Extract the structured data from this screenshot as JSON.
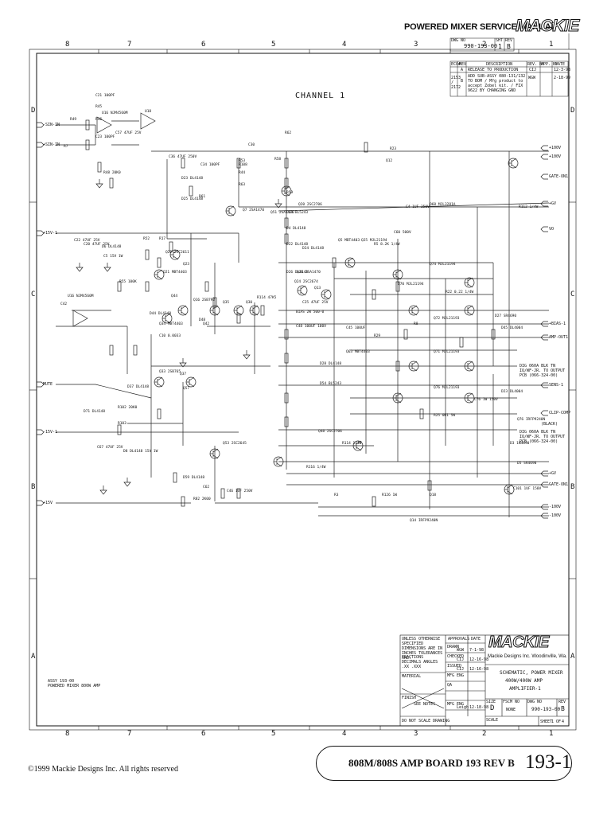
{
  "header": {
    "title": "POWERED MIXER SERVICE MANUAL",
    "brand": "MACKIE"
  },
  "sheet_info": {
    "dwg_no_label": "DWG NO",
    "dwg_no": "990-193-00",
    "sht_label": "SHT",
    "sht": "1",
    "rev_label": "REV",
    "rev": "B"
  },
  "rev_table": {
    "headers": [
      "ECO#",
      "REV",
      "DESCRIPTION",
      "REV. BY",
      "APP. BY",
      "DATE"
    ],
    "rows": [
      [
        "",
        "A",
        "RELEASE TO PRODUCTION",
        "CIJ",
        "",
        "12-3-98"
      ],
      [
        "2153 / 2172",
        "B",
        "ADD SUB-ASSY 080-131/132 TO BOM / Mfg product to accept Zobel kit. / FIX 9622 BY CHANGING GND",
        "WGW",
        "",
        "2-18-99"
      ]
    ]
  },
  "zones": {
    "columns": [
      "8",
      "7",
      "6",
      "5",
      "4",
      "3",
      "2",
      "1"
    ],
    "rows": [
      "D",
      "C",
      "B",
      "A"
    ]
  },
  "channel_title": "CHANNEL 1",
  "left_nets": [
    "-SIN-IN",
    "+SIN-IN",
    "+15V-1",
    "MUTE",
    "-15V-1",
    "+15V"
  ],
  "right_nets": [
    "+100V",
    "+100V",
    "GATE-ON1",
    "+GV",
    "VO",
    "+BIAS-1",
    "AMP-OUT1",
    "SENS-1",
    "CLIP-COMP",
    "+GV",
    "GATE-ON1",
    "-100V",
    "-100V"
  ],
  "right_notes": [
    "DIG 060A BLK TN IQ/WF-JR. TO OUTPUT PCB (066-324-00)",
    "(BLACK)",
    "DIG 060A BLK TN IQ/WF-JR. TO OUTPUT PCB (066-324-00)"
  ],
  "component_labels": [
    {
      "text": "C21 100PF"
    },
    {
      "text": "R45"
    },
    {
      "text": "R46"
    },
    {
      "text": "U16 NJM4560M"
    },
    {
      "text": "C23 100PF"
    },
    {
      "text": "C57 47UF 25V"
    },
    {
      "text": "R48 20K0"
    },
    {
      "text": "U18"
    },
    {
      "text": "R49"
    },
    {
      "text": "R7"
    },
    {
      "text": "C36 47UF 250V"
    },
    {
      "text": "D23 DL4148"
    },
    {
      "text": "D25 DL4148"
    },
    {
      "text": "C34 100PF"
    },
    {
      "text": "R61"
    },
    {
      "text": "Q7 2SA1470"
    },
    {
      "text": "R53"
    },
    {
      "text": "R44"
    },
    {
      "text": "Q51 2SA1470"
    },
    {
      "text": "R114 47K5"
    },
    {
      "text": "C22 47UF 25V"
    },
    {
      "text": "C20 47UF 25V"
    },
    {
      "text": "D6 DL4148"
    },
    {
      "text": "C5 15V 1W"
    },
    {
      "text": "R55 100K"
    },
    {
      "text": "R52"
    },
    {
      "text": "R17"
    },
    {
      "text": "Q22 2SC2611"
    },
    {
      "text": "Q23"
    },
    {
      "text": "Q21 MBT4403"
    },
    {
      "text": "Q44"
    },
    {
      "text": "Q16 2SB792"
    },
    {
      "text": "D48"
    },
    {
      "text": "Q35"
    },
    {
      "text": "Q30"
    },
    {
      "text": "C42"
    },
    {
      "text": "U16 NJM4560M"
    },
    {
      "text": "Q34 MBT4403"
    },
    {
      "text": "C10 0.0033"
    },
    {
      "text": "D44 DL4148"
    },
    {
      "text": "Q42"
    },
    {
      "text": "Q33 2SB765"
    },
    {
      "text": "D71 DL4148"
    },
    {
      "text": "R102 20K0"
    },
    {
      "text": "R103"
    },
    {
      "text": "D37 DL4148"
    },
    {
      "text": "Q37"
    },
    {
      "text": "Q57"
    },
    {
      "text": "C67 47UF 25V"
    },
    {
      "text": "D8 DL4148 15V 1W"
    },
    {
      "text": "Q53 2SC2645"
    },
    {
      "text": "D59 DL4148"
    },
    {
      "text": "R82 2K00"
    },
    {
      "text": "C62"
    },
    {
      "text": "C46 1UF 250V"
    },
    {
      "text": "R108"
    },
    {
      "text": "R63"
    },
    {
      "text": "R62"
    },
    {
      "text": "C30"
    },
    {
      "text": "R58"
    },
    {
      "text": "R59"
    },
    {
      "text": "Q20 2SC2706"
    },
    {
      "text": "D38 BL5243"
    },
    {
      "text": "D4 DL4148"
    },
    {
      "text": "D22 DL4148"
    },
    {
      "text": "D24 DL4148"
    },
    {
      "text": "D26 DL4148"
    },
    {
      "text": "Q26 2SA1470"
    },
    {
      "text": "Q24 2SC2674"
    },
    {
      "text": "C25 47UF 25V"
    },
    {
      "text": "Q5 MBT4403"
    },
    {
      "text": "Q13"
    },
    {
      "text": "BIAS 2W 500-0"
    },
    {
      "text": "C48 100UF 100V"
    },
    {
      "text": "C45 100UF"
    },
    {
      "text": "Q63 MBT4403"
    },
    {
      "text": "D28 DL4148"
    },
    {
      "text": "D54 BL5243"
    },
    {
      "text": "Q48 2SC2706"
    },
    {
      "text": "R116 1/4W"
    },
    {
      "text": "R114 1/4W"
    },
    {
      "text": "R3"
    },
    {
      "text": "C4 1UF 250V"
    },
    {
      "text": "R5 8.2K 1/4W"
    },
    {
      "text": "C60 500V"
    },
    {
      "text": "Q12"
    },
    {
      "text": "Q68 MJL3281A"
    },
    {
      "text": "Q25 MJL21194"
    },
    {
      "text": "Q70 MJL21194"
    },
    {
      "text": "Q74 MJL21194"
    },
    {
      "text": "Q72 MJL21193"
    },
    {
      "text": "Q71 MJL21193"
    },
    {
      "text": "Q76 MJL21193"
    },
    {
      "text": "R25 0R1 5W"
    },
    {
      "text": "R22 0.22 1/4W"
    },
    {
      "text": "R29"
    },
    {
      "text": "D45 DL4004"
    },
    {
      "text": "D23 DL4004"
    },
    {
      "text": "D3 1N4690"
    },
    {
      "text": "D5 SR4690"
    },
    {
      "text": "D27 SR4690"
    },
    {
      "text": "Q76 IRFP9240N"
    },
    {
      "text": "C76 1W 150V"
    },
    {
      "text": "R112 1/4W"
    },
    {
      "text": "C101 1UF 150V"
    },
    {
      "text": "R8"
    },
    {
      "text": "Q18"
    },
    {
      "text": "Q14 IRFP9240N"
    },
    {
      "text": "R126 1W"
    },
    {
      "text": "R23"
    }
  ],
  "left_note": [
    "ASSY 193-00",
    "POWERED MIXER 800W AMP"
  ],
  "title_block": {
    "notes_header": "UNLESS OTHERWISE SPECIFIED DIMENSIONS ARE IN INCHES TOLERANCES ARE:",
    "tolerances": "FRACTIONS  DECIMALS  ANGLES  .XX  .XXX",
    "material_label": "MATERIAL",
    "finish_label": "FINISH",
    "see_notes": "SEE NOTES",
    "do_not_scale": "DO NOT SCALE DRAWING",
    "approvals_header": "APPROVALS",
    "date_header": "DATE",
    "approvals": [
      {
        "role": "DRAWN",
        "name": "WGW",
        "date": "7-1-98"
      },
      {
        "role": "CHECKED",
        "name": "CIJ",
        "date": "12-16-98"
      },
      {
        "role": "ISSUED",
        "name": "CIJ",
        "date": "12-16-98"
      },
      {
        "role": "MFG ENG",
        "name": "",
        "date": ""
      },
      {
        "role": "QA",
        "name": "",
        "date": ""
      },
      {
        "role": "",
        "name": "",
        "date": ""
      },
      {
        "role": "MFG ENG",
        "name": "Leigh",
        "date": "12-18-98"
      }
    ],
    "company": "Mackie Designs Inc.  Woodinville, Wa.",
    "description": [
      "SCHEMATIC, POWER MIXER",
      "400W/400W AMP",
      "AMPLIFIER-1"
    ],
    "size_label": "SIZE",
    "size": "D",
    "fscm_label": "FSCM NO",
    "fscm": "NONE",
    "dwg_no_label": "DWG NO",
    "dwg_no": "990-193-00",
    "rev_label": "REV",
    "rev": "B",
    "scale_label": "SCALE",
    "sheet_label": "SHEET",
    "sheet": "1",
    "of_label": "OF",
    "of": "4"
  },
  "footer": {
    "copyright": "©1999 Mackie Designs Inc. All rights reserved",
    "board_title": "808M/808S AMP BOARD 193 REV B",
    "board_number": "193-1"
  }
}
